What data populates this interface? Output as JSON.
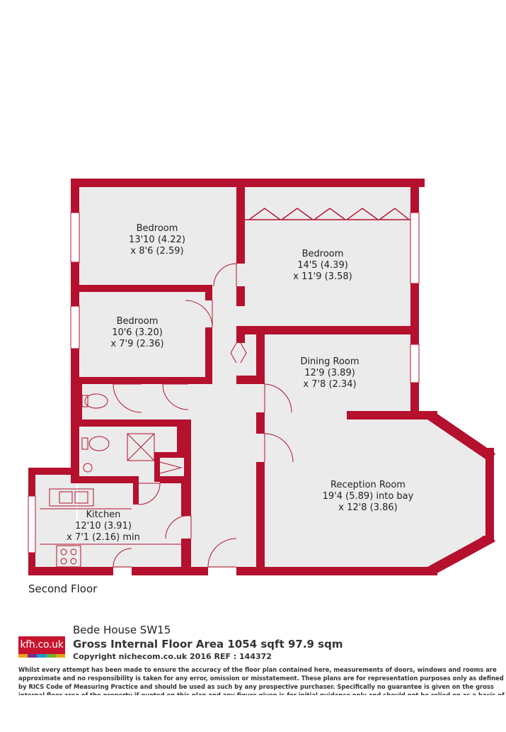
{
  "rooms": {
    "bedroom1": {
      "name": "Bedroom",
      "dim1": "13'10 (4.22)",
      "dim2": "x 8'6 (2.59)"
    },
    "bedroom2": {
      "name": "Bedroom",
      "dim1": "14'5 (4.39)",
      "dim2": "x 11'9 (3.58)"
    },
    "bedroom3": {
      "name": "Bedroom",
      "dim1": "10'6 (3.20)",
      "dim2": "x 7'9 (2.36)"
    },
    "dining": {
      "name": "Dining Room",
      "dim1": "12'9 (3.89)",
      "dim2": "x 7'8 (2.34)"
    },
    "reception": {
      "name": "Reception Room",
      "dim1": "19'4 (5.89) into bay",
      "dim2": "x 12'8 (3.86)"
    },
    "kitchen": {
      "name": "Kitchen",
      "dim1": "12'10 (3.91)",
      "dim2": "x 7'1 (2.16) min"
    }
  },
  "floor_name": "Second Floor",
  "logo": {
    "text": "kfh.co.uk"
  },
  "address": "Bede House  SW15",
  "area": "Gross Internal Floor Area 1054 sqft 97.9 sqm",
  "copyright": "Copyright nichecom.co.uk 2016 REF : 144372",
  "disclaimer": "Whilst every attempt has been made to ensure the accuracy of the floor plan contained here, measurements of doors, windows and rooms are approximate and no responsibility is taken for any error, omission or misstatement.  These plans are for representation purposes only as defined by RICS Code of Measuring Practice and should be used as such by any prospective purchaser.  Specifically no guarantee is given on the gross internal floor area of the property if quoted on this plan and any figure given is for initial guidance only and should not be relied on as a basis of valuation.",
  "colors": {
    "wall": "#b5102e",
    "floor": "#ebebeb",
    "logo": "#c8142f"
  }
}
